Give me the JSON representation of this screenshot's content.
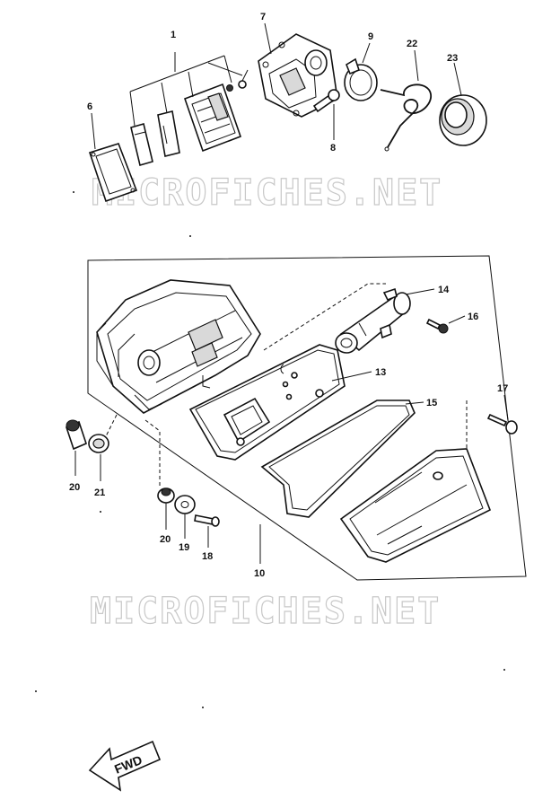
{
  "watermark": "MICROFICHES.NET",
  "callouts": {
    "c1": "1",
    "c6": "6",
    "c7": "7",
    "c8": "8",
    "c9": "9",
    "c22": "22",
    "c23": "23",
    "c14": "14",
    "c16": "16",
    "c13": "13",
    "c15": "15",
    "c17": "17",
    "c20a": "20",
    "c21": "21",
    "c20b": "20",
    "c19": "19",
    "c18": "18",
    "c10": "10"
  },
  "fwd_label": "FWD"
}
